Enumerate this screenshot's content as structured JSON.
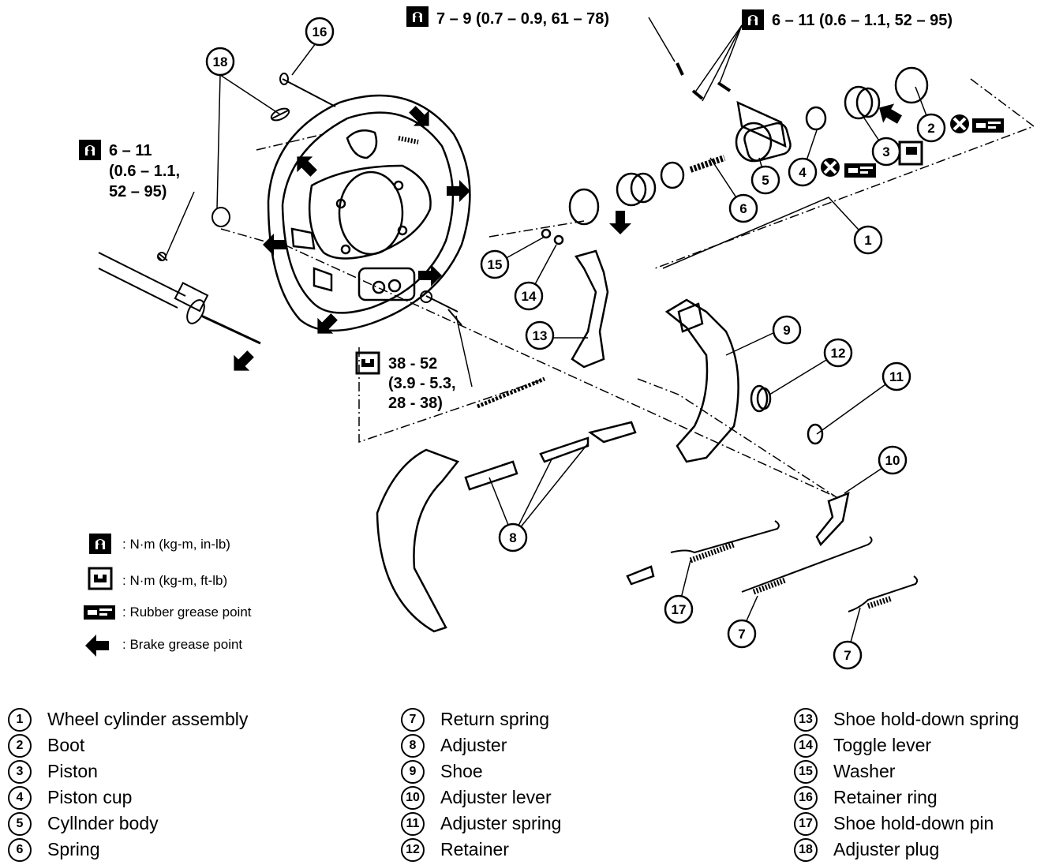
{
  "torque_specs": [
    {
      "value": "7 – 9 (0.7 – 0.9, 61 – 78)"
    },
    {
      "value": "6 – 11 (0.6 – 1.1, 52 – 95)"
    },
    {
      "value_lines": [
        "6 – 11",
        "(0.6 – 1.1,",
        "52 – 95)"
      ]
    },
    {
      "value_lines": [
        "38 - 52",
        "(3.9 - 5.3,",
        "28 - 38)"
      ]
    }
  ],
  "legend": [
    {
      "icon": "torque-wrench-icon",
      "text": ": N·m (kg-m, in-lb)"
    },
    {
      "icon": "socket-wrench-icon",
      "text": ": N·m (kg-m, ft-lb)"
    },
    {
      "icon": "rubber-grease-icon",
      "text": ": Rubber grease point"
    },
    {
      "icon": "brake-grease-arrow-icon",
      "text": ": Brake grease point"
    }
  ],
  "callouts": [
    "1",
    "2",
    "3",
    "4",
    "5",
    "6",
    "7",
    "7",
    "8",
    "9",
    "10",
    "11",
    "12",
    "13",
    "14",
    "15",
    "16",
    "17",
    "18"
  ],
  "parts": [
    {
      "num": "1",
      "name": "Wheel cylinder assembly"
    },
    {
      "num": "2",
      "name": "Boot"
    },
    {
      "num": "3",
      "name": "Piston"
    },
    {
      "num": "4",
      "name": "Piston cup"
    },
    {
      "num": "5",
      "name": "Cyllnder body"
    },
    {
      "num": "6",
      "name": "Spring"
    },
    {
      "num": "7",
      "name": "Return spring"
    },
    {
      "num": "8",
      "name": "Adjuster"
    },
    {
      "num": "9",
      "name": "Shoe"
    },
    {
      "num": "10",
      "name": "Adjuster lever"
    },
    {
      "num": "11",
      "name": "Adjuster spring"
    },
    {
      "num": "12",
      "name": "Retainer"
    },
    {
      "num": "13",
      "name": "Shoe hold-down spring"
    },
    {
      "num": "14",
      "name": "Toggle lever"
    },
    {
      "num": "15",
      "name": "Washer"
    },
    {
      "num": "16",
      "name": "Retainer ring"
    },
    {
      "num": "17",
      "name": "Shoe hold-down pin"
    },
    {
      "num": "18",
      "name": "Adjuster plug"
    }
  ],
  "colors": {
    "ink": "#000000",
    "paper": "#ffffff"
  }
}
